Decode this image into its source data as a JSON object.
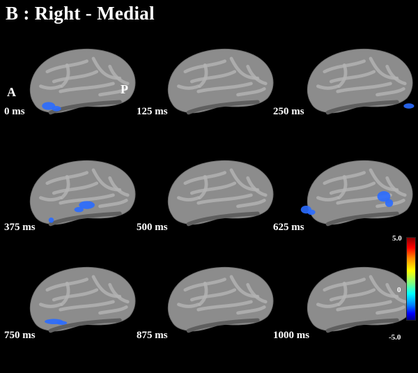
{
  "title": "B : Right - Medial",
  "orientation": {
    "anterior": "A",
    "posterior": "P"
  },
  "panels": [
    {
      "time": "0 ms"
    },
    {
      "time": "125 ms"
    },
    {
      "time": "250 ms"
    },
    {
      "time": "375 ms"
    },
    {
      "time": "500 ms"
    },
    {
      "time": "625 ms"
    },
    {
      "time": "750 ms"
    },
    {
      "time": "875 ms"
    },
    {
      "time": "1000 ms"
    }
  ],
  "colorbar": {
    "max": "5.0",
    "mid": "0",
    "min": "-5.0"
  },
  "colors": {
    "background": "#000000",
    "cortex": "#8c8c8c",
    "activation": "#2a6cff"
  }
}
